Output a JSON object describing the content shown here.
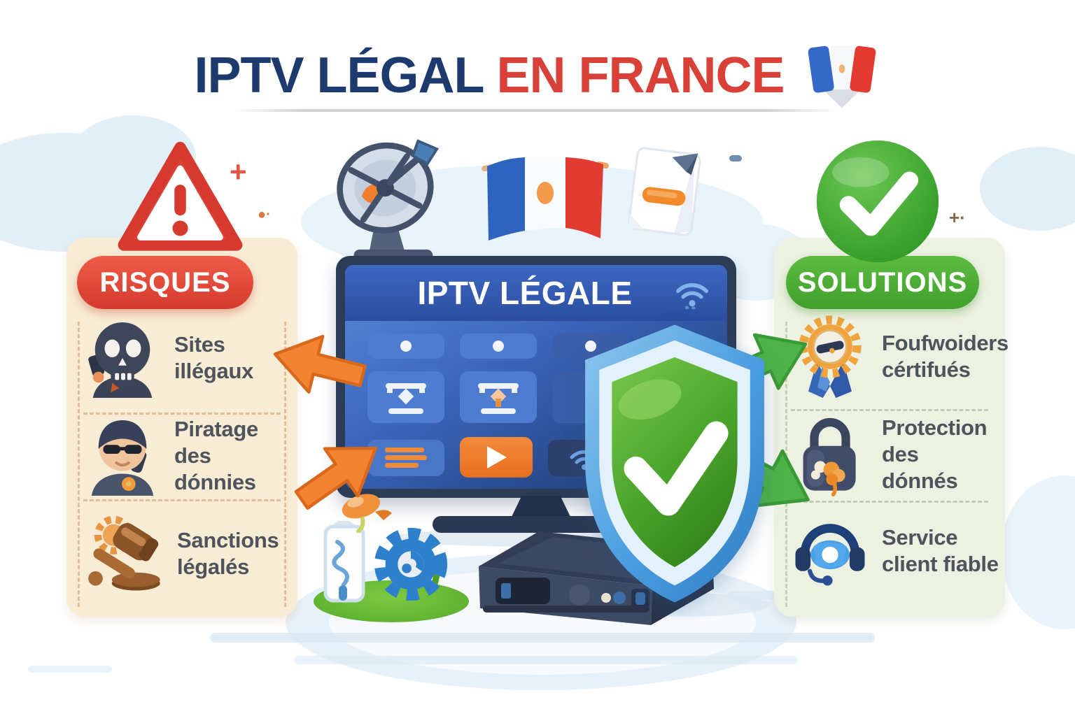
{
  "title": {
    "part1": "IPTV LÉGAL",
    "part2": "EN FRANCE",
    "flag_icon": "france-flag-icon"
  },
  "risks": {
    "header": "RISQUES",
    "badge_icon": "warning-triangle-icon",
    "items": [
      {
        "icon": "pirate-skull-icon",
        "label": "Sites illégaux"
      },
      {
        "icon": "hacker-icon",
        "label": "Piratage des dónnies"
      },
      {
        "icon": "gavel-icon",
        "label": "Sanctions légalés"
      }
    ]
  },
  "solutions": {
    "header": "SOLUTIONS",
    "badge_icon": "check-circle-icon",
    "items": [
      {
        "icon": "certified-badge-icon",
        "label": "Foufwoiders cértifués"
      },
      {
        "icon": "padlock-icon",
        "label": "Protection des dónnés"
      },
      {
        "icon": "headset-icon",
        "label": "Service client fiable"
      }
    ]
  },
  "tv": {
    "screen_title": "IPTV LÉGALE",
    "decorations": [
      "satellite-dish-icon",
      "french-flag-icon",
      "document-icon",
      "shield-check-icon",
      "settop-box-icon",
      "gear-icon",
      "flask-icon"
    ]
  },
  "colors": {
    "title_navy": "#1d3a6e",
    "title_red": "#d84038",
    "risk_red": "#e04a3a",
    "solution_green": "#4fb33c",
    "accent_orange": "#ef7d2e",
    "shield_green": "#4aa52c",
    "shield_blue": "#4a9de0",
    "panel_cream": "#f8ecd4",
    "panel_green": "#edf1e1"
  }
}
